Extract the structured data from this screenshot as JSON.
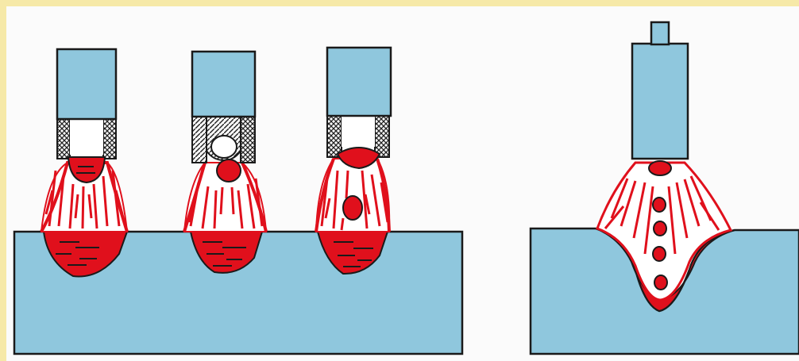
{
  "illustration": {
    "colors": {
      "background_border": "#f6e9a8",
      "paper": "#fbfbfb",
      "metal_blue": "#8fc7dd",
      "molten_red": "#e0101c",
      "outline": "#1a1a1a"
    },
    "panels": [
      {
        "id": "electrode-stage-1",
        "droplet": "forming"
      },
      {
        "id": "electrode-stage-2",
        "droplet": "detaching"
      },
      {
        "id": "electrode-stage-3",
        "droplet": "transferring"
      },
      {
        "id": "spray-transfer",
        "droplets_in_arc": 4
      }
    ],
    "icons": [
      "electrode-icon",
      "flux-coating-icon",
      "arc-icon",
      "weld-pool-icon",
      "droplet-icon"
    ]
  }
}
